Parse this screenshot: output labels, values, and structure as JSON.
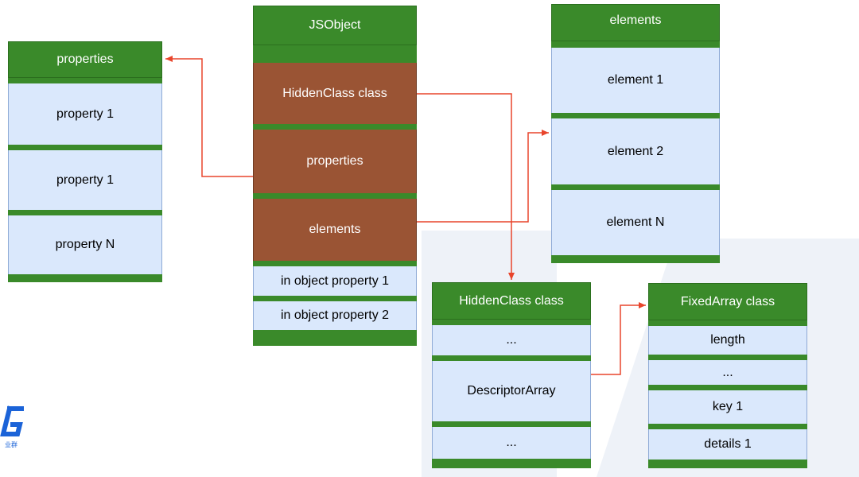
{
  "colors": {
    "header_green": "#3a8a2a",
    "cell_blue": "#dae8fc",
    "cell_brown": "#9a5434",
    "arrow": "#e8452c"
  },
  "properties_box": {
    "title": "properties",
    "items": [
      "property 1",
      "property 1",
      "property N"
    ]
  },
  "jsobject_box": {
    "title": "JSObject",
    "slots": [
      "HiddenClass class",
      "properties",
      "elements"
    ],
    "inobject": [
      "in object property 1",
      "in object property 2"
    ]
  },
  "elements_box": {
    "title": "elements",
    "items": [
      "element 1",
      "element 2",
      "element N"
    ]
  },
  "hiddenclass_box": {
    "title": "HiddenClass class",
    "items": [
      "...",
      "DescriptorArray",
      "..."
    ]
  },
  "fixedarray_box": {
    "title": "FixedArray class",
    "items": [
      "length",
      "...",
      "key 1",
      "details 1"
    ]
  }
}
